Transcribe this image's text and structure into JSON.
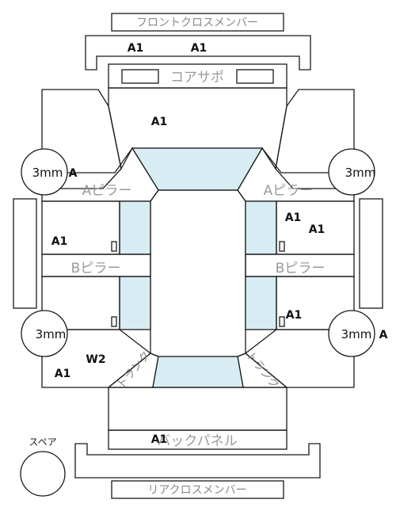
{
  "colors": {
    "stroke": "#1a1a1a",
    "glass": "#d7edf3",
    "label_gray": "#9a9a9a",
    "background": "#ffffff"
  },
  "panels": {
    "front_cross_member": "フロントクロスメンバー",
    "radiator_support": "コアサポ",
    "a_pillar_left": "Aピラー",
    "a_pillar_right": "Aピラー",
    "b_pillar_left": "Bピラー",
    "b_pillar_right": "Bピラー",
    "trunk_left": "トランク",
    "trunk_right": "トランク",
    "back_panel": "バックパネル",
    "rear_cross_member": "リアクロスメンバー",
    "spare": "スペア"
  },
  "wheels": {
    "front_left": "3mm",
    "front_right": "3mm",
    "rear_left": "3mm",
    "rear_right": "3mm"
  },
  "marks": {
    "front_member_left": "A1",
    "front_member_right": "A1",
    "hood": "A1",
    "front_left_wheel": "A",
    "right_front_door_1": "A1",
    "right_front_door_2": "A1",
    "left_front_door": "A1",
    "right_rear_door": "A1",
    "rear_right_wheel": "A",
    "rear_left_quarter_w": "W2",
    "rear_left_quarter_a": "A1",
    "back_panel": "A1"
  }
}
